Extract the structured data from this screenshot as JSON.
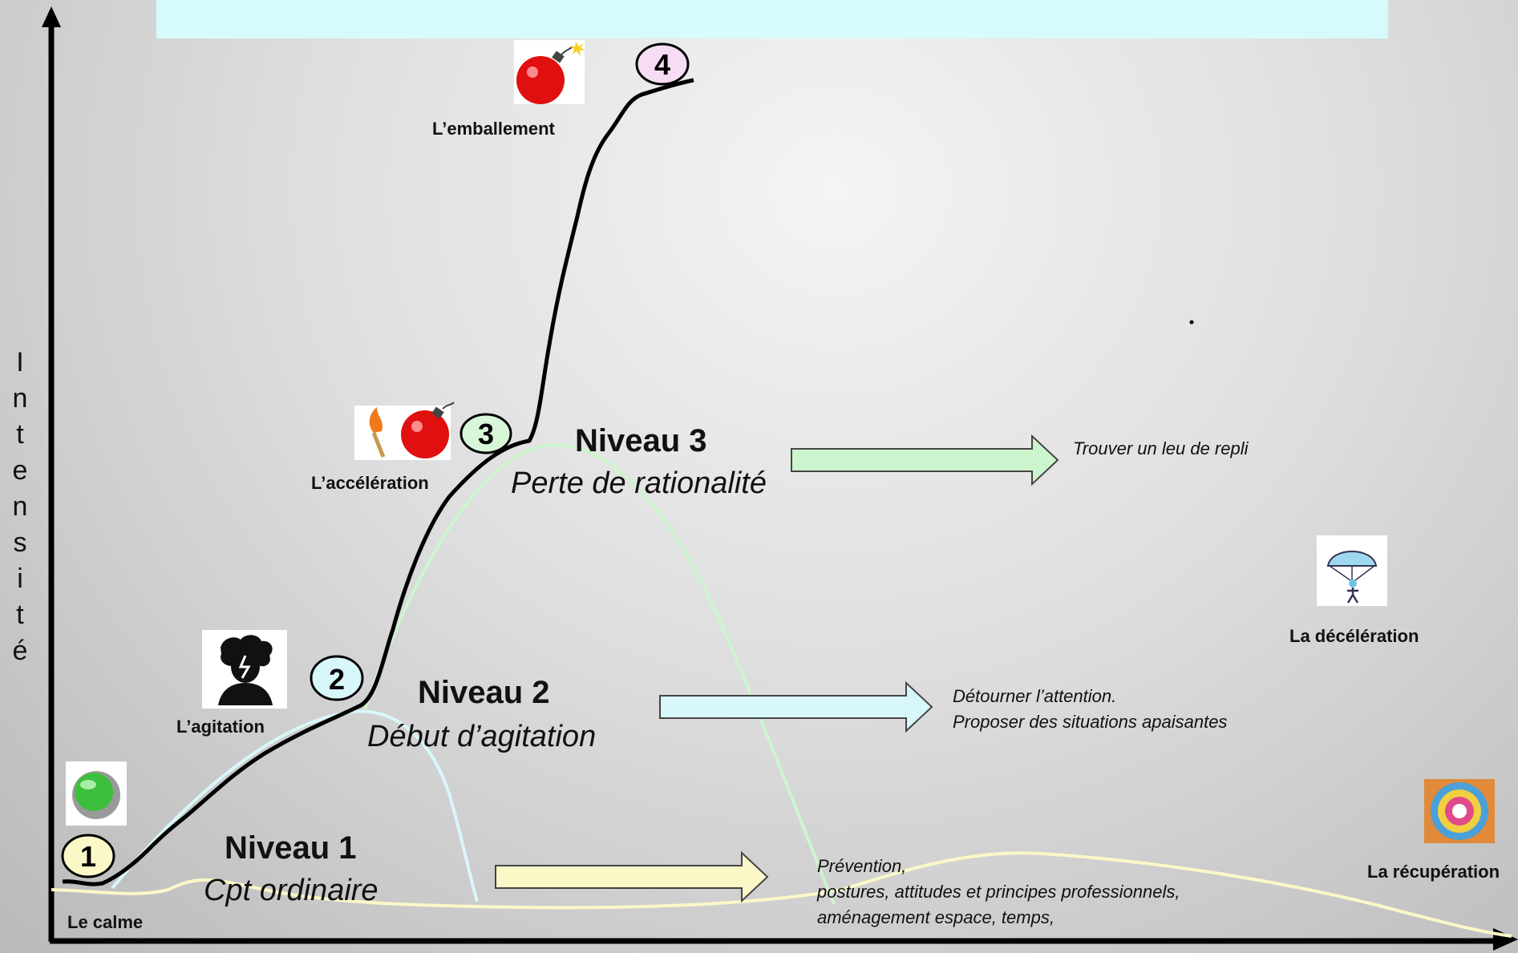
{
  "axis": {
    "y_label_letters": [
      "I",
      "n",
      "t",
      "e",
      "n",
      "s",
      "i",
      "t",
      "é"
    ]
  },
  "stages": {
    "calm": {
      "label": "Le calme",
      "number": "1",
      "icon": "start-button-icon"
    },
    "agitation": {
      "label": "L’agitation",
      "number": "2",
      "icon": "stressed-person-icon"
    },
    "acceleration": {
      "label": "L’accélération",
      "number": "3",
      "icon": "match-and-bomb-icon"
    },
    "runaway": {
      "label": "L’emballement",
      "number": "4",
      "icon": "bomb-icon"
    },
    "deceleration": {
      "label": "La décélération",
      "icon": "parachute-icon"
    },
    "recovery": {
      "label": "La récupération",
      "icon": "mandala-icon"
    }
  },
  "levels": [
    {
      "title": "Niveau 1",
      "subtitle": "Cpt ordinaire",
      "advice": [
        "Prévention,",
        "postures, attitudes et principes professionnels,",
        "aménagement espace, temps,"
      ],
      "color": "#fbf8c8"
    },
    {
      "title": "Niveau 2",
      "subtitle": "Début d’agitation",
      "advice": [
        "Détourner l’attention.",
        "Proposer des situations apaisantes"
      ],
      "color": "#d8f7fb"
    },
    {
      "title": "Niveau 3",
      "subtitle": "Perte de rationalité",
      "advice": [
        "Trouver un leu de repli"
      ],
      "color": "#cdf5cd"
    }
  ],
  "colors": {
    "banner": "#d7fbfd",
    "axis": "#000000",
    "intensity_curve": "#000000",
    "badge_1": "#fbf8c8",
    "badge_2": "#d8f7fb",
    "badge_3": "#d8f7d8",
    "badge_4": "#f6dcf4"
  }
}
